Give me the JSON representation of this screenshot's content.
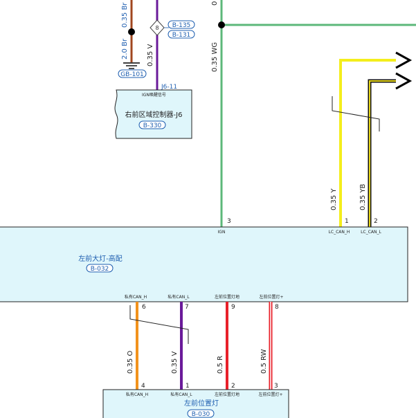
{
  "colors": {
    "box_fill": "#dff6fb",
    "box_stroke": "#222222",
    "ref_blue": "#1f5fb0",
    "wire_brown": "#a0461e",
    "wire_purple": "#6a1a9a",
    "wire_green": "#5cb87a",
    "wire_yellow": "#f4ee1c",
    "wire_yellow_black": "#e8d81a",
    "wire_orange": "#f2921c",
    "wire_red": "#e8202a",
    "wire_white_red": "#e8202a"
  },
  "top_left": {
    "wire_brown_label": "0.35 Br",
    "wire_ground_label": "2.0 Br",
    "ground_ref": "GB-101",
    "diamond_number": "8",
    "ref_b135": "B-135",
    "ref_b131": "B-131",
    "wire_purple_label": "0.35 V",
    "pin_j6": "J6-11"
  },
  "controller": {
    "signal_label": "IGN唤醒信号",
    "title": "右前区域控制器-J6",
    "ref": "B-330"
  },
  "top_right": {
    "wire_green_top_label": "0",
    "wire_green_label": "0.35 WG",
    "wire_yellow_label": "0.35 Y",
    "wire_yellow_black_label": "0.35 YB"
  },
  "headlamp": {
    "title": "左前大灯-高配",
    "ref": "B-032",
    "top_pins": [
      {
        "num": "3",
        "label": "IGN"
      },
      {
        "num": "1",
        "label": "LC_CAN_H"
      },
      {
        "num": "2",
        "label": "LC_CAN_L"
      }
    ],
    "bottom_pins": [
      {
        "num": "6",
        "label": "私有CAN_H"
      },
      {
        "num": "7",
        "label": "私有CAN_L"
      },
      {
        "num": "9",
        "label": "左前位置灯地"
      },
      {
        "num": "8",
        "label": "左前位置灯+"
      }
    ]
  },
  "wires_bottom": [
    {
      "label": "0.35 O"
    },
    {
      "label": "0.35 V"
    },
    {
      "label": "0.5 R"
    },
    {
      "label": "0.5 RW"
    }
  ],
  "position_lamp": {
    "title": "左前位置灯",
    "ref": "B-030",
    "pins": [
      {
        "num": "4",
        "label": "私有CAN_H"
      },
      {
        "num": "1",
        "label": "私有CAN_L"
      },
      {
        "num": "2",
        "label": "左前位置灯地"
      },
      {
        "num": "3",
        "label": "左前位置灯+"
      }
    ]
  }
}
